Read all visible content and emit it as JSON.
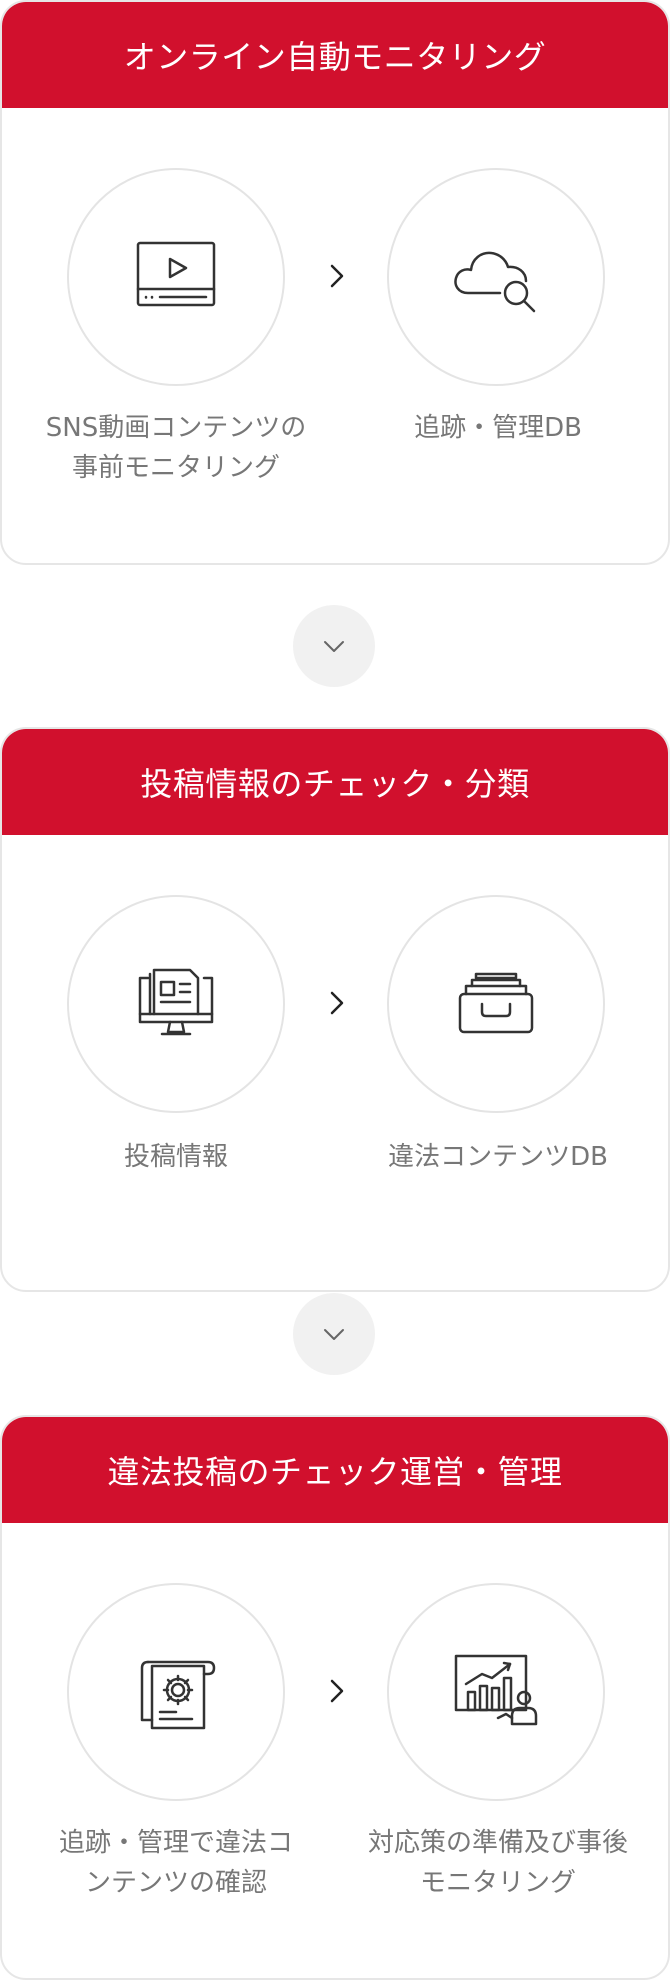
{
  "steps": [
    {
      "title": "オンライン自動モニタリング",
      "left": {
        "icon": "video-player-icon",
        "label": "SNS動画コンテンツの\n事前モニタリング"
      },
      "right": {
        "icon": "cloud-search-icon",
        "label": "追跡・管理DB"
      }
    },
    {
      "title": "投稿情報のチェック・分類",
      "left": {
        "icon": "monitor-document-icon",
        "label": "投稿情報"
      },
      "right": {
        "icon": "archive-box-icon",
        "label": "違法コンテンツDB"
      }
    },
    {
      "title": "違法投稿のチェック運営・管理",
      "left": {
        "icon": "settings-document-icon",
        "label": "追跡・管理で違法コ\nンテンツの確認"
      },
      "right": {
        "icon": "presentation-chart-icon",
        "label": "対応策の準備及び事後\nモニタリング"
      }
    }
  ],
  "colors": {
    "header_red": "#d1102d",
    "label_gray": "#777777",
    "border": "#e6e6e6"
  },
  "icons": {
    "between_items": "chevron-right-icon",
    "between_steps": "chevron-down-icon"
  }
}
